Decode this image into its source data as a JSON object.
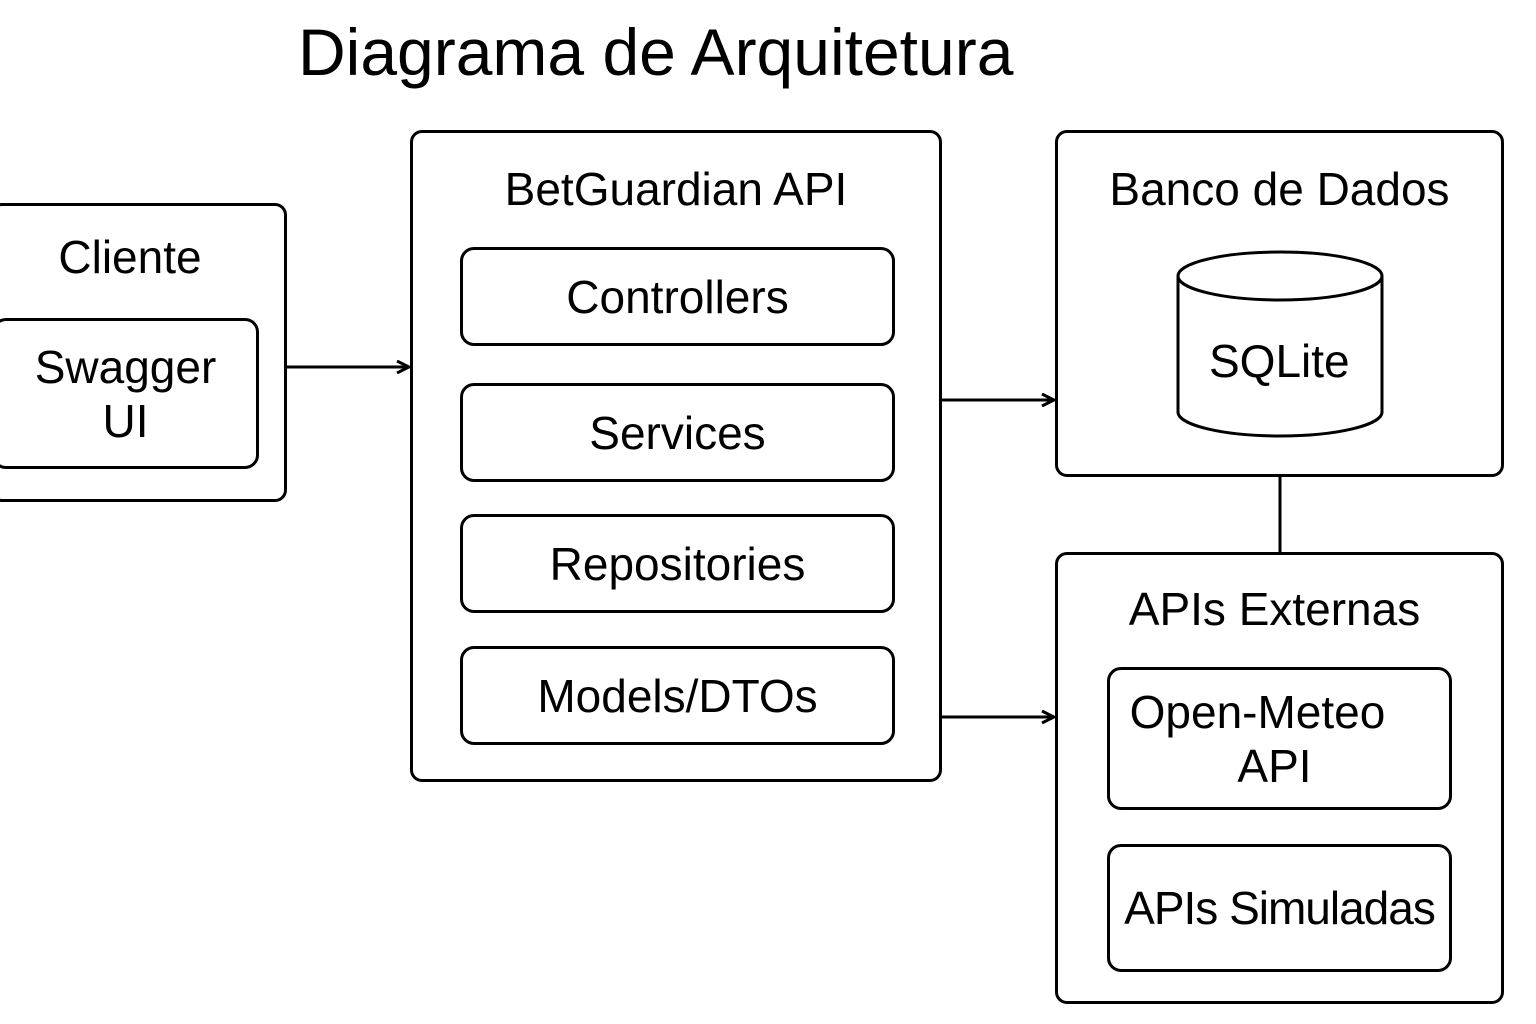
{
  "title": "Diagrama de Arquitetura",
  "cliente": {
    "label": "Cliente",
    "swagger_line1": "Swagger",
    "swagger_line2": "UI"
  },
  "api": {
    "label": "BetGuardian API",
    "layers": [
      "Controllers",
      "Services",
      "Repositories",
      "Models/DTOs"
    ]
  },
  "banco": {
    "label": "Banco de Dados",
    "db": "SQLite"
  },
  "externas": {
    "label": "APIs Externas",
    "open_meteo_line1": "Open-Meteo",
    "open_meteo_line2": "API",
    "simuladas": "APIs Simuladas"
  }
}
